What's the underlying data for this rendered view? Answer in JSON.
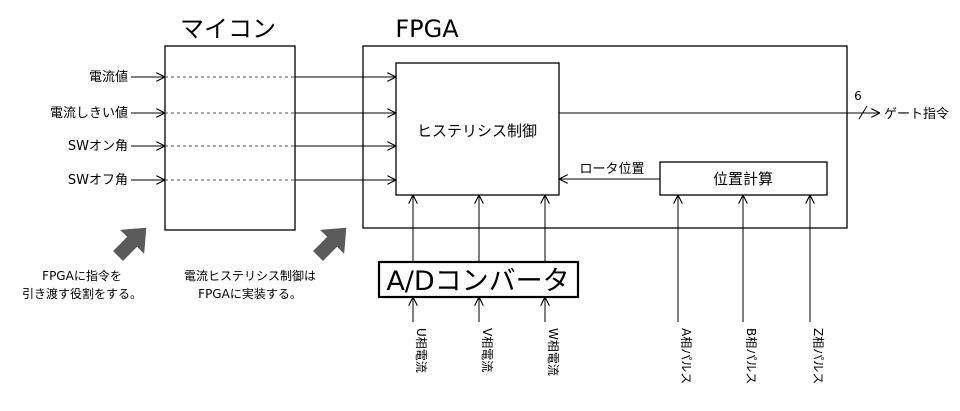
{
  "blocks": {
    "mcu_title": "マイコン",
    "fpga_title": "FPGA",
    "hysteresis": "ヒステリシス制御",
    "position_calc": "位置計算",
    "adc": "A/Dコンバータ"
  },
  "mcu_inputs": [
    "電流値",
    "電流しきい値",
    "SWオン角",
    "SWオフ角"
  ],
  "signals": {
    "rotor_position": "ロータ位置",
    "gate_out_count": "6",
    "gate_out": "ゲート指令"
  },
  "adc_inputs": [
    "U相電流",
    "V相電流",
    "W相電流"
  ],
  "pulse_inputs": [
    "A相パルス",
    "B相パルス",
    "Z相パルス"
  ],
  "notes": {
    "mcu_note_line1": "FPGAに指令を",
    "mcu_note_line2": "引き渡す役割をする。",
    "fpga_note_line1": "電流ヒステリシス制御は",
    "fpga_note_line2": "FPGAに実装する。"
  },
  "colors": {
    "pointer_arrow": "#5a5a5a"
  }
}
